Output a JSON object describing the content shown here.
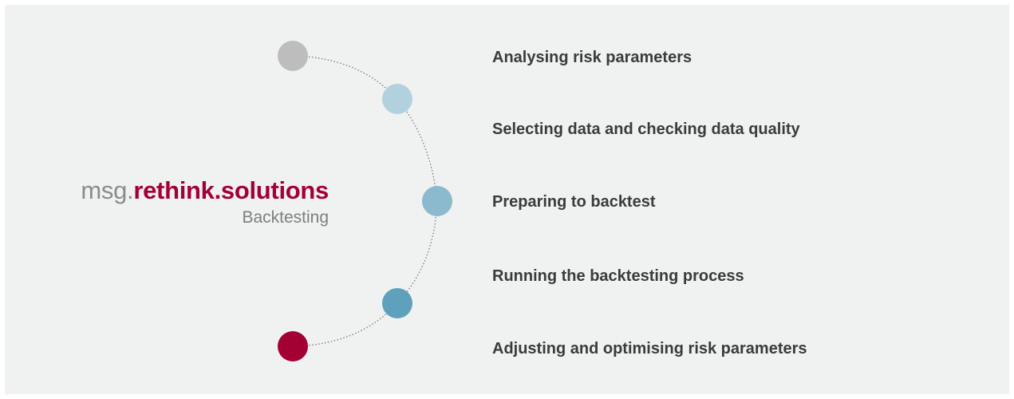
{
  "brand": {
    "prefix": "msg.",
    "name": "rethink.solutions",
    "subtitle": "Backtesting"
  },
  "steps": [
    {
      "label": "Analysing risk parameters",
      "color": "#bdbdbd"
    },
    {
      "label": "Selecting data and checking data quality",
      "color": "#b2d1de"
    },
    {
      "label": "Preparing to backtest",
      "color": "#8bbace"
    },
    {
      "label": "Running the backtesting process",
      "color": "#5fa1bc"
    },
    {
      "label": "Adjusting and optimising risk parameters",
      "color": "#a30033"
    }
  ],
  "colors": {
    "background": "#f0f1f1",
    "accent": "#a30033",
    "text": "#3a3b3d",
    "connector": "#7a7a7a"
  }
}
